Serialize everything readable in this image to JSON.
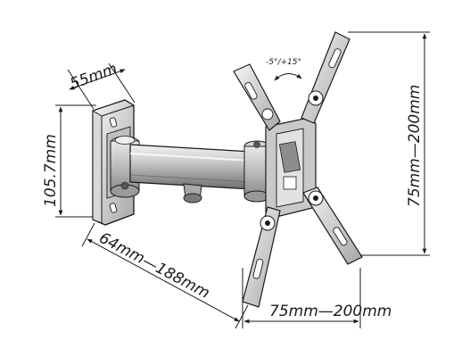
{
  "diagram": {
    "dimensions": {
      "plate_width": "55mm",
      "plate_height": "105.7mm",
      "arm_extension": "64mm—188mm",
      "vesa_horizontal": "75mm—200mm",
      "vesa_vertical": "75mm—200mm",
      "tilt_range": "-5°/+15°"
    }
  }
}
